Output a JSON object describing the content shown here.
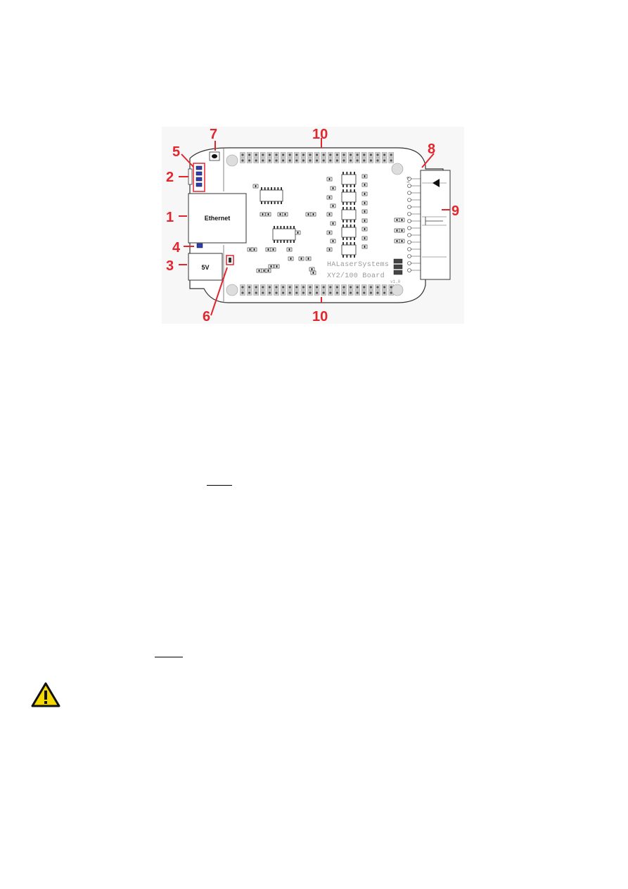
{
  "board": {
    "silkscreen_line1": "HALaserSystems",
    "silkscreen_line2": "XY2/100 Board",
    "version": "v1.0",
    "ethernet_label": "Ethernet",
    "power_label": "5V",
    "pin_label_right": "1 2"
  },
  "callouts": [
    {
      "number": "1"
    },
    {
      "number": "2"
    },
    {
      "number": "3"
    },
    {
      "number": "4"
    },
    {
      "number": "5"
    },
    {
      "number": "6"
    },
    {
      "number": "7"
    },
    {
      "number": "8"
    },
    {
      "number": "9"
    },
    {
      "number": "10"
    },
    {
      "number": "10"
    }
  ],
  "colors": {
    "callout_red": "#e2262e",
    "board_fill": "#f4f4f4",
    "warning_yellow": "#f5d800",
    "led_blue": "#2f3fb3"
  },
  "icons": {
    "warning": "warning-triangle-icon"
  }
}
